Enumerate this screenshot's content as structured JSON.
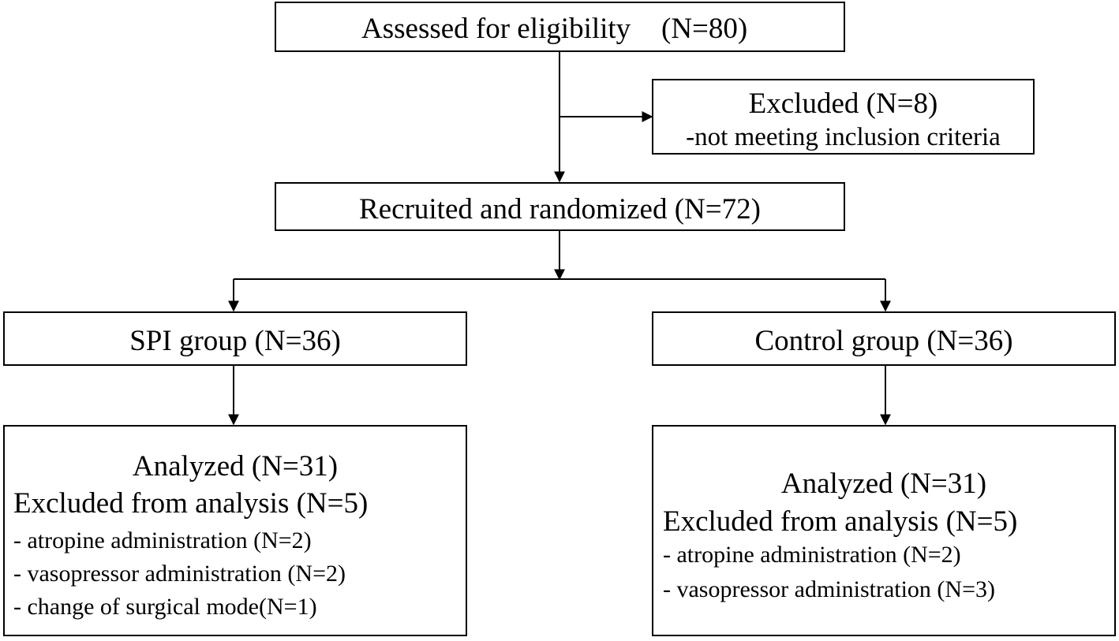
{
  "flowchart": {
    "assessed": {
      "label": "Assessed for eligibility",
      "count": "(N=80)"
    },
    "excluded": {
      "title": "Excluded (N=8)",
      "reason": "-not meeting inclusion criteria"
    },
    "randomized": {
      "label": "Recruited and randomized (N=72)"
    },
    "spi_group": {
      "label": "SPI group (N=36)",
      "analyzed": "Analyzed (N=31)",
      "excluded": "Excluded from analysis (N=5)",
      "reasons": [
        "- atropine administration (N=2)",
        "- vasopressor administration (N=2)",
        "- change of surgical mode(N=1)"
      ]
    },
    "control_group": {
      "label": "Control group (N=36)",
      "analyzed": "Analyzed (N=31)",
      "excluded": "Excluded from analysis (N=5)",
      "reasons": [
        "- atropine administration (N=2)",
        "- vasopressor administration (N=3)"
      ]
    }
  },
  "colors": {
    "line": "#000000",
    "background": "#ffffff"
  }
}
